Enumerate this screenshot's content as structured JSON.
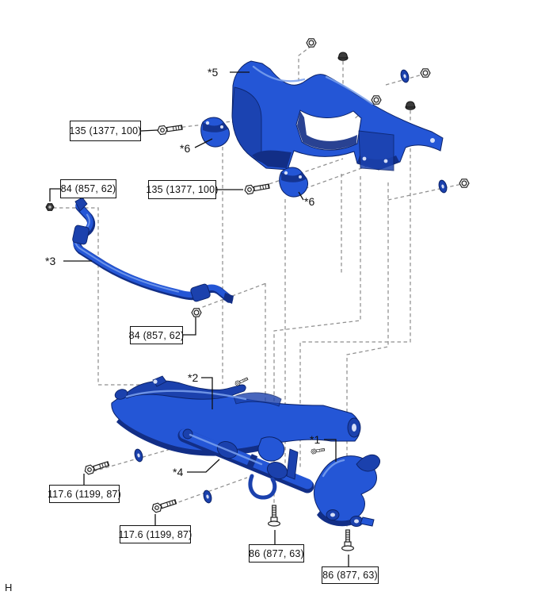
{
  "page": {
    "corner_letter": "H",
    "background": "#ffffff"
  },
  "colors": {
    "part_base": "#2456d6",
    "part_mid": "#1b41ad",
    "part_dark": "#122e86",
    "part_light": "#7da2ef",
    "outline": "#0b2268",
    "dash": "#8f8f8f",
    "callout_border": "#111111",
    "text": "#111111"
  },
  "part_labels": [
    {
      "label": "*5"
    },
    {
      "label": "*6"
    },
    {
      "label": "*6"
    },
    {
      "label": "*3"
    },
    {
      "label": "*2"
    },
    {
      "label": "*4"
    },
    {
      "label": "*1"
    }
  ],
  "torque_callouts": [
    {
      "label": "135 (1377, 100)"
    },
    {
      "label": "84 (857, 62)"
    },
    {
      "label": "135 (1377, 100)"
    },
    {
      "label": "84 (857, 62)"
    },
    {
      "label": "117.6 (1199, 87)"
    },
    {
      "label": "117.6 (1199, 87)"
    },
    {
      "label": "86 (877, 63)"
    },
    {
      "label": "86 (877, 63)"
    }
  ],
  "icons": {
    "hex-bolt-icon": "flange bolt, side view",
    "stud-bolt-icon": "vertical bolt, threads up",
    "hex-nut-icon": "hex nut",
    "cap-nut-icon": "capped flange nut",
    "washer-icon": "cushion washer"
  }
}
